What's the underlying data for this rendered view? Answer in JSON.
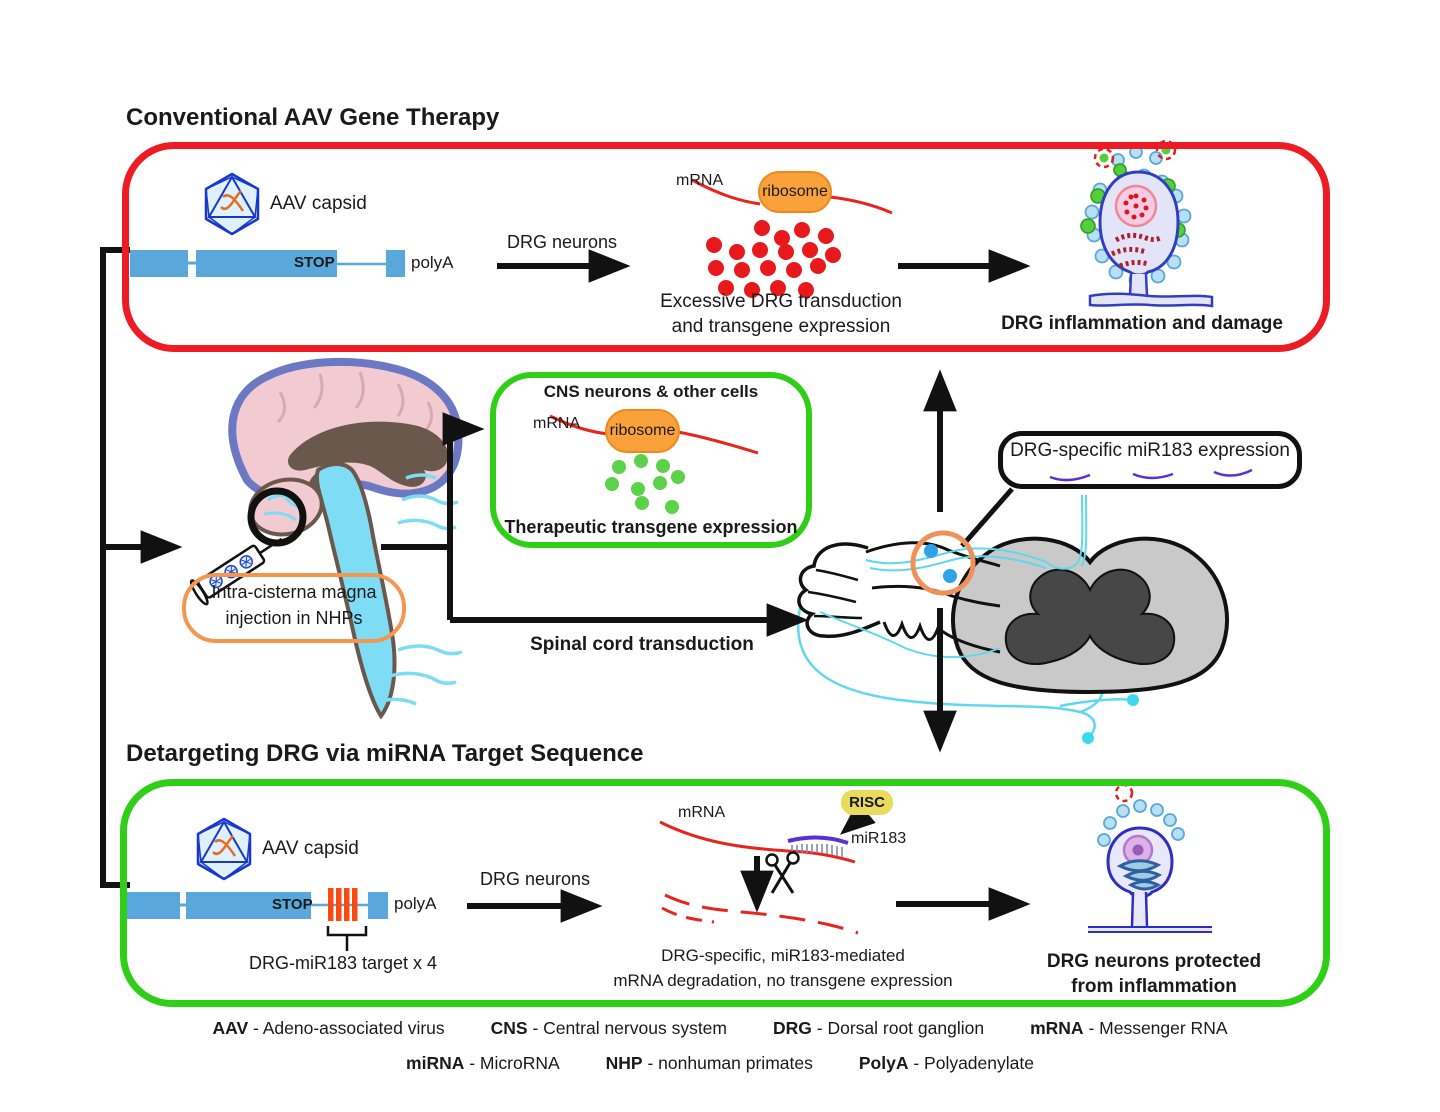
{
  "colors": {
    "red_panel": "#ED1C24",
    "green_panel": "#2FCE17",
    "construct_blue": "#5AA7DC",
    "mir_target_orange": "#FA4A14",
    "ribosome_orange": "#F9A23C",
    "risc_yellow": "#E8DC5F",
    "mirna_purple": "#5B2FD4",
    "mrna_red": "#E8241F",
    "csf_cyan": "#7EDCF5",
    "injection_box_orange": "#F4964F",
    "drg_circle_orange": "#F0915C",
    "arrow_black": "#111111"
  },
  "section_top": {
    "title": "Conventional AAV Gene Therapy",
    "aav_capsid_label": "AAV capsid",
    "stop_label": "STOP",
    "polya_label": "polyA",
    "drg_neurons_label": "DRG neurons",
    "mrna_label": "mRNA",
    "ribosome_label": "ribosome",
    "caption_line1": "Excessive DRG transduction",
    "caption_line2": "and transgene expression",
    "result_label": "DRG inflammation and damage"
  },
  "section_middle": {
    "injection_line1": "Intra-cisterna magna",
    "injection_line2": "injection in NHPs",
    "cns_title": "CNS neurons & other cells",
    "mrna_label": "mRNA",
    "ribosome_label": "ribosome",
    "cns_caption": "Therapeutic transgene expression",
    "spinal_arrow_label": "Spinal cord transduction",
    "mir_expression_label": "DRG-specific miR183 expression"
  },
  "section_bottom": {
    "title": "Detargeting DRG via miRNA Target Sequence",
    "aav_capsid_label": "AAV capsid",
    "stop_label": "STOP",
    "polya_label": "polyA",
    "mir_target_bracket_label": "DRG-miR183 target x 4",
    "drg_neurons_label": "DRG neurons",
    "mrna_label": "mRNA",
    "risc_label": "RISC",
    "mir183_label": "miR183",
    "caption_line1": "DRG-specific, miR183-mediated",
    "caption_line2": "mRNA degradation, no transgene expression",
    "result_line1": "DRG neurons protected",
    "result_line2": "from inflammation"
  },
  "legend": {
    "row1": [
      {
        "abbr": "AAV",
        "def": "- Adeno-associated virus"
      },
      {
        "abbr": "CNS",
        "def": "- Central nervous system"
      },
      {
        "abbr": "DRG",
        "def": "- Dorsal root ganglion"
      },
      {
        "abbr": "mRNA",
        "def": "- Messenger RNA"
      }
    ],
    "row2": [
      {
        "abbr": "miRNA",
        "def": "- MicroRNA"
      },
      {
        "abbr": "NHP",
        "def": "- nonhuman primates"
      },
      {
        "abbr": "PolyA",
        "def": "- Polyadenylate"
      }
    ]
  }
}
